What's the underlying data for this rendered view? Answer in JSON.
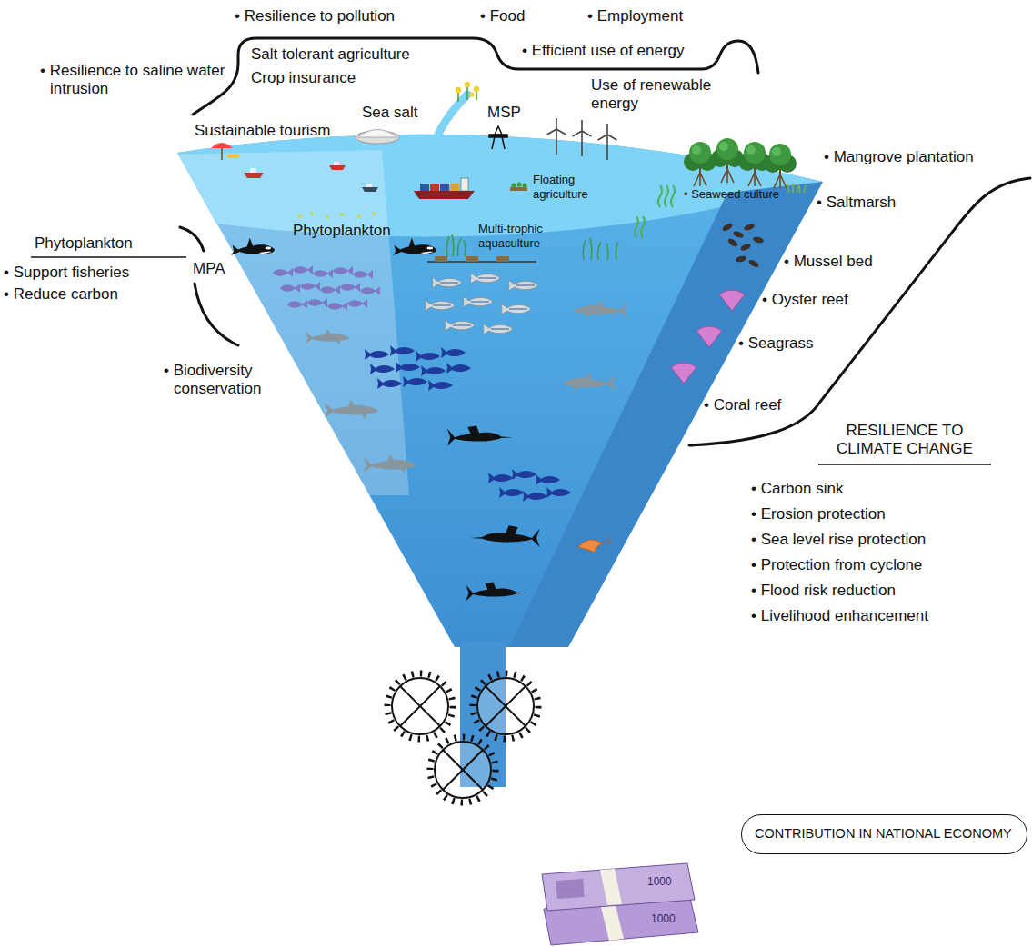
{
  "diagram": {
    "nodes": [
      {
        "text": [
          "CONTRIBUTION IN NATIONAL ECONOMY"
        ]
      }
    ],
    "labels": [
      "• Resilience to pollution",
      "• Food",
      "• Employment",
      "• Resilience to saline water intrusion",
      "Salt tolerant agriculture",
      "Crop insurance",
      "• Efficient use of energy",
      "Use of renewable energy",
      "Sea salt",
      "MSP",
      "Sustainable tourism",
      "• Mangrove plantation",
      "Floating agriculture",
      "• Seaweed culture",
      "• Saltmarsh",
      "Phytoplankton",
      "Multi-trophic aquaculture",
      "Phytoplankton",
      "• Support fisheries",
      "• Reduce carbon",
      "• Mussel bed",
      "MPA",
      "• Oyster reef",
      "• Seagrass",
      "• Biodiversity conservation",
      "• Coral reef",
      "RESILIENCE TO CLIMATE CHANGE",
      "• Carbon sink",
      "• Erosion protection",
      "• Sea level rise protection",
      "• Protection from cyclone",
      "• Flood risk reduction",
      "• Livelihood enhancement",
      "1000",
      "1000"
    ]
  }
}
